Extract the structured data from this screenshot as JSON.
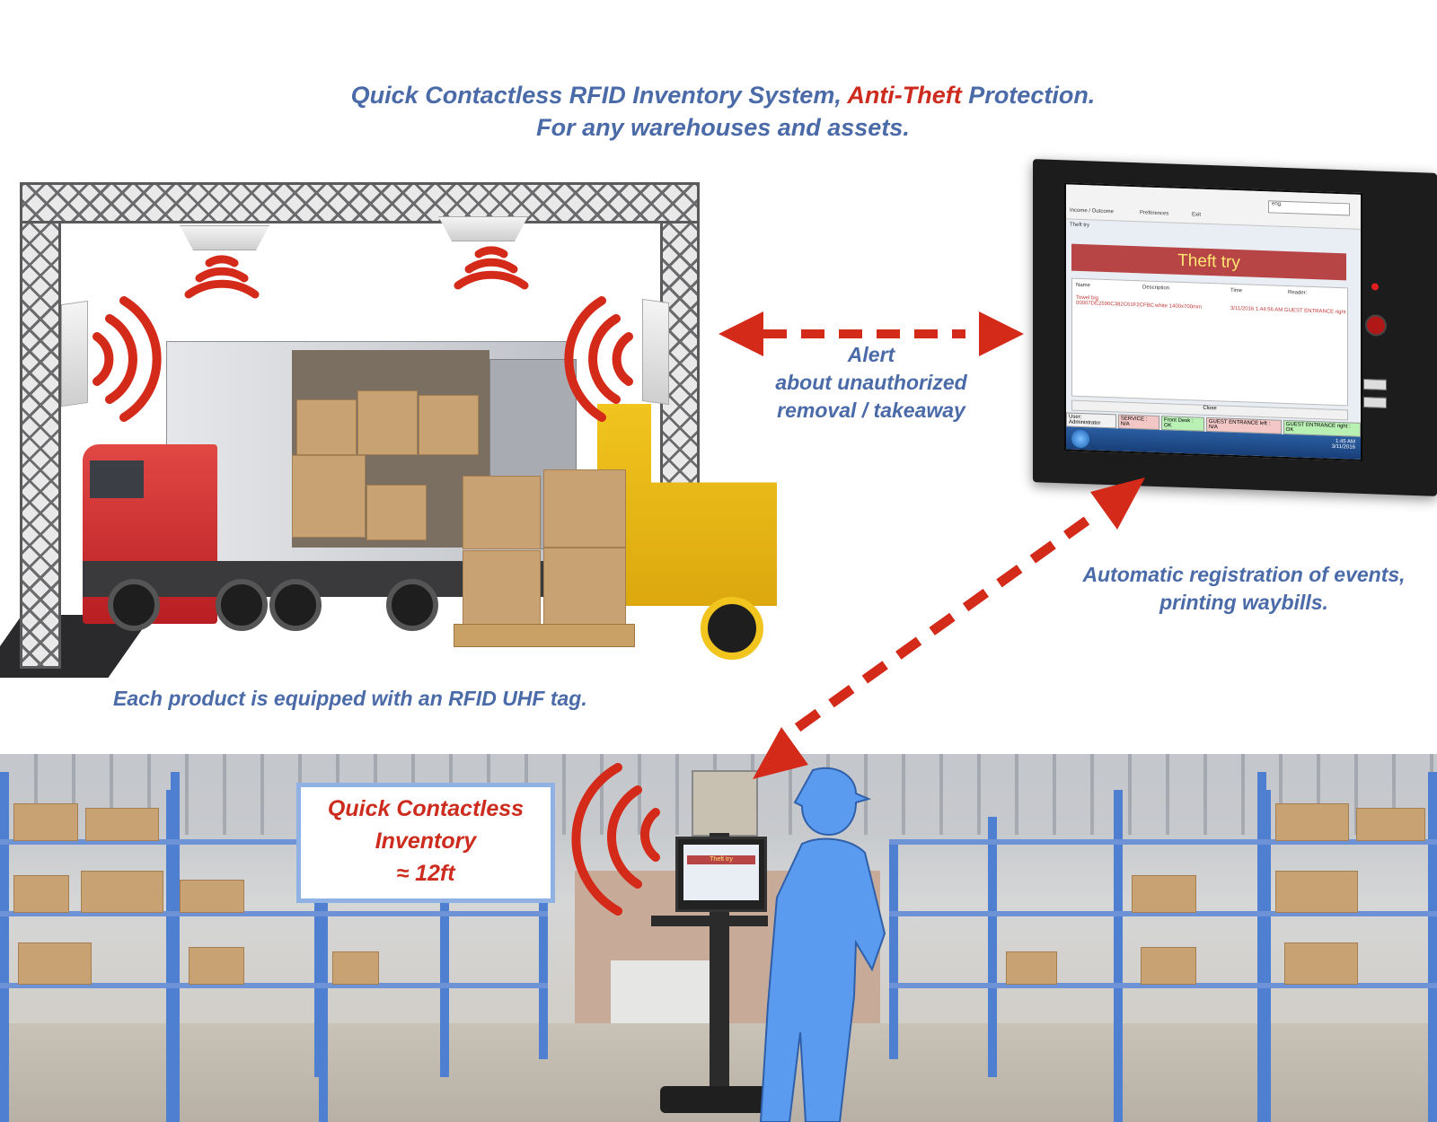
{
  "title": {
    "line1_part1": "Quick Contactless RFID Inventory System, ",
    "line1_highlight": "Anti-Theft",
    "line1_part2": " Protection.",
    "line2": "For any warehouses and assets."
  },
  "annotations": {
    "alert_line1": "Alert",
    "alert_line2": "about unauthorized",
    "alert_line3": "removal / takeaway",
    "registration_line1": "Automatic registration of events,",
    "registration_line2": "printing waybills.",
    "tag_note": "Each product is equipped with an RFID UHF tag."
  },
  "inventory_box": {
    "line1": "Quick Contactless",
    "line2": "Inventory",
    "line3": "≈ 12ft"
  },
  "monitor_screen": {
    "toolbar_items": [
      "Income / Outcome",
      "Preferences",
      "Exit"
    ],
    "language_value": "eng.",
    "window_label": "Theft try",
    "alert_title": "Theft try",
    "table_headers": [
      "Name",
      "Description",
      "Time",
      "Reader:"
    ],
    "row_name_line1": "Towel big",
    "row_name_line2": "00007DE2590C382C61F2CFBC",
    "row_description": "white 1400x700mm",
    "row_time_reader": "3/11/2016 1:44:56 AM GUEST ENTRANCE right",
    "close_label": "Close",
    "status_items": [
      "User: Administrator",
      "SERVICE : N/A",
      "Front Desk : OK",
      "GUEST ENTRANCE left : N/A",
      "GUEST ENTRANCE right : OK"
    ],
    "clock_time": "1:45 AM",
    "clock_date": "3/11/2016"
  },
  "laptop_screen": {
    "alert_title": "Theft try"
  },
  "colors": {
    "annotation_blue": "#4a6aa8",
    "accent_red": "#cc2b1d",
    "arrow_red": "#d42a1a",
    "rack_blue": "#4f7fd0",
    "worker_blue": "#5b9bef"
  }
}
